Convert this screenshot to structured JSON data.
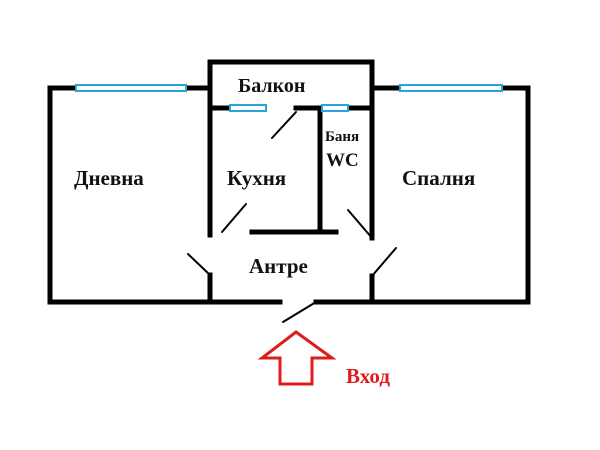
{
  "rooms": {
    "balcony": "Балкон",
    "living_room": "Дневна",
    "kitchen": "Кухня",
    "bathroom": "Баня",
    "wc": "WC",
    "bedroom": "Спалня",
    "hallway": "Антре"
  },
  "entrance": {
    "label": "Вход"
  },
  "colors": {
    "wall": "#000000",
    "window": "#29a3d9",
    "arrow": "#dd1c1c"
  }
}
